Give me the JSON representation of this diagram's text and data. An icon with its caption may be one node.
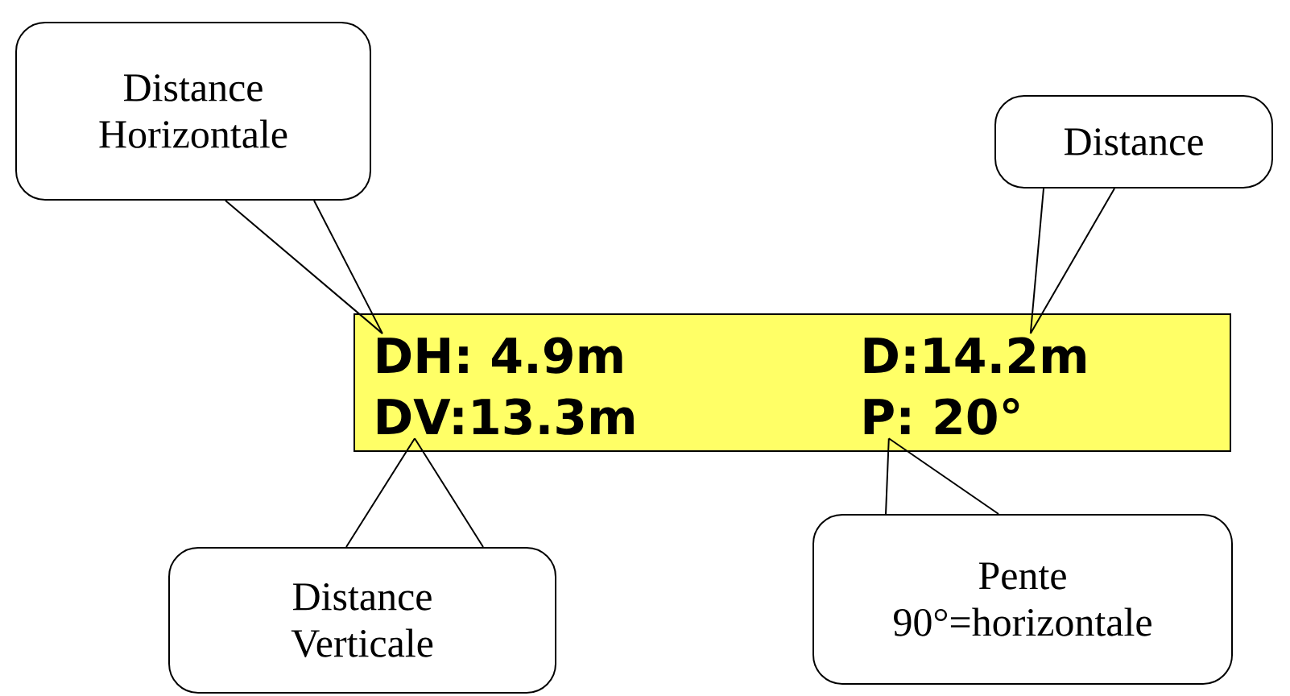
{
  "diagram": {
    "nodes": [
      {
        "text": [
          "Distance Horizontale"
        ]
      },
      {
        "text": [
          "Distance"
        ]
      },
      {
        "text": [],
        "shape": "box"
      },
      {
        "text": [
          "DH: 4.9m"
        ],
        "in": 2
      },
      {
        "text": [
          "D:14.2m"
        ],
        "in": 2
      },
      {
        "text": [
          "DV:13.3m"
        ],
        "in": 2
      },
      {
        "text": [
          "P: 20°"
        ],
        "in": 2
      },
      {
        "text": [
          "Distance Verticale"
        ]
      },
      {
        "text": [
          "Pente 90°=horizontale"
        ]
      }
    ],
    "edges": [
      {
        "from": 0,
        "to": 3,
        "arrow": "none"
      },
      {
        "from": 1,
        "to": 4,
        "arrow": "none"
      },
      {
        "from": 7,
        "to": 5,
        "arrow": "none"
      },
      {
        "from": 8,
        "to": 6,
        "arrow": "none"
      }
    ]
  }
}
